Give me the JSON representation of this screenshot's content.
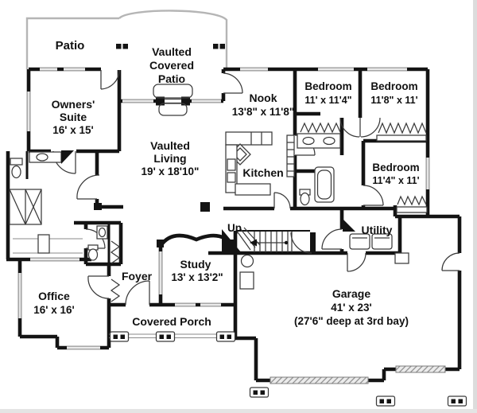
{
  "plan": {
    "patio": {
      "name": "Patio"
    },
    "covered_patio": {
      "line1": "Vaulted",
      "line2": "Covered",
      "line3": "Patio"
    },
    "owners_suite": {
      "line1": "Owners'",
      "line2": "Suite",
      "dims": "16' x 15'"
    },
    "living": {
      "line1": "Vaulted",
      "line2": "Living",
      "dims": "19' x 18'10\""
    },
    "nook": {
      "name": "Nook",
      "dims": "13'8\" x 11'8\""
    },
    "kitchen": {
      "name": "Kitchen"
    },
    "bedroom1": {
      "name": "Bedroom",
      "dims": "11' x 11'4\""
    },
    "bedroom2": {
      "name": "Bedroom",
      "dims": "11'8\" x 11'"
    },
    "bedroom3": {
      "name": "Bedroom",
      "dims": "11'4\" x 11'"
    },
    "utility": {
      "name": "Utility"
    },
    "stairs": {
      "label": "Up"
    },
    "study": {
      "name": "Study",
      "dims": "13' x 13'2\""
    },
    "foyer": {
      "name": "Foyer"
    },
    "office": {
      "name": "Office",
      "dims": "16' x 16'"
    },
    "covered_porch": {
      "name": "Covered Porch"
    },
    "garage": {
      "name": "Garage",
      "dims": "41' x 23'",
      "note": "(27'6\" deep at 3rd bay)"
    }
  },
  "colors": {
    "wall": "#141414",
    "window": "#a9a9a9",
    "patio_outline": "#b5b5b5",
    "fixture": "#3a3a3a",
    "text": "#111111",
    "background": "#ffffff"
  }
}
